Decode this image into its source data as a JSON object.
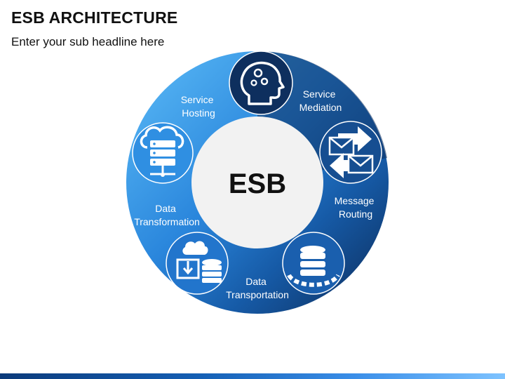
{
  "header": {
    "title": "ESB ARCHITECTURE",
    "subtitle": "Enter your sub headline here"
  },
  "diagram": {
    "center_label": "ESB",
    "segments": [
      {
        "lines": [
          "Service",
          "Mediation"
        ],
        "icon": "brain-gears-icon",
        "color": "#123a6a"
      },
      {
        "lines": [
          "Message",
          "Routing"
        ],
        "icon": "envelopes-exchange-icon",
        "color": "#1a5a9e"
      },
      {
        "lines": [
          "Data",
          "Transportation"
        ],
        "icon": "database-stack-icon",
        "color": "#1d6dc2"
      },
      {
        "lines": [
          "Data",
          "Transformation"
        ],
        "icon": "cloud-transfer-database-icon",
        "color": "#2a8ae0"
      },
      {
        "lines": [
          "Service",
          "Hosting"
        ],
        "icon": "cloud-server-icon",
        "color": "#4fb0f5"
      }
    ]
  },
  "colors": {
    "ring_light": "#59b8f7",
    "ring_dark": "#0d2e5c",
    "center_fill": "#f2f2f2",
    "icon_circle_border": "#ffffff"
  }
}
